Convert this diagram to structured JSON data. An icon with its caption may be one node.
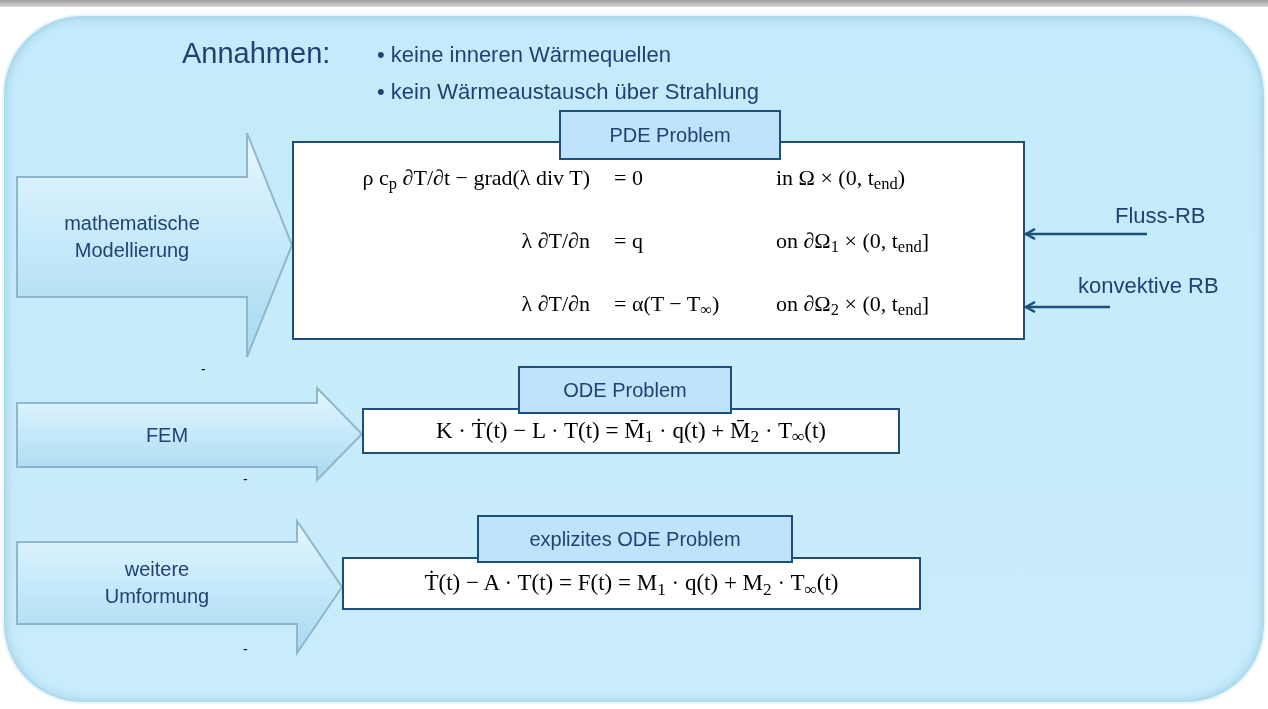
{
  "diagram": {
    "nodes": [
      {
        "text": [
          "Annahmen:",
          "• keine inneren Wärmequellen",
          "• kein Wärmeaustausch über Strahlung"
        ]
      },
      {
        "text": [
          "PDE Problem",
          "ρ c$_{p}$ ∂T/∂t − grad(λ div T)",
          "= 0",
          "in Ω × (0, t$_{end}$)",
          "λ ∂T/∂n",
          "= q",
          "on ∂Ω$_{1}$ × (0, t$_{end}$]",
          "λ ∂T/∂n",
          "= α(T − T$_{∞}$)",
          "on ∂Ω$_{2}$ × (0, t$_{end}$]"
        ],
        "in": 0
      },
      {
        "text": [
          "Fluss-RB"
        ],
        "in": 0
      },
      {
        "text": [
          "konvektive RB"
        ],
        "in": 0
      },
      {
        "text": [
          "ODE Problem",
          "K · Ṫ(t) − L · T(t) = M̄$_{1}$ · q(t) + M̄$_{2}$ · T$_{∞}$(t)"
        ],
        "in": 0
      },
      {
        "text": [
          "explizites ODE Problem",
          "Ṫ(t) − A · T(t) = F(t) = M$_{1}$ · q(t) + M$_{2}$ · T$_{∞}$(t)"
        ],
        "in": 0
      }
    ],
    "edges": [
      {
        "from": 2,
        "to": 1,
        "arrow": "to"
      },
      {
        "from": 3,
        "to": 1,
        "arrow": "to"
      },
      {
        "from": null,
        "to": 1,
        "arrow": "to",
        "label": "mathematische Modellierung",
        "style": "thick"
      },
      {
        "from": null,
        "to": 4,
        "arrow": "to",
        "label": "FEM",
        "style": "thick"
      },
      {
        "from": null,
        "to": 5,
        "arrow": "to",
        "label": "weitere Umformung",
        "style": "thick"
      }
    ],
    "labels": [
      "-",
      "-",
      "-"
    ]
  }
}
